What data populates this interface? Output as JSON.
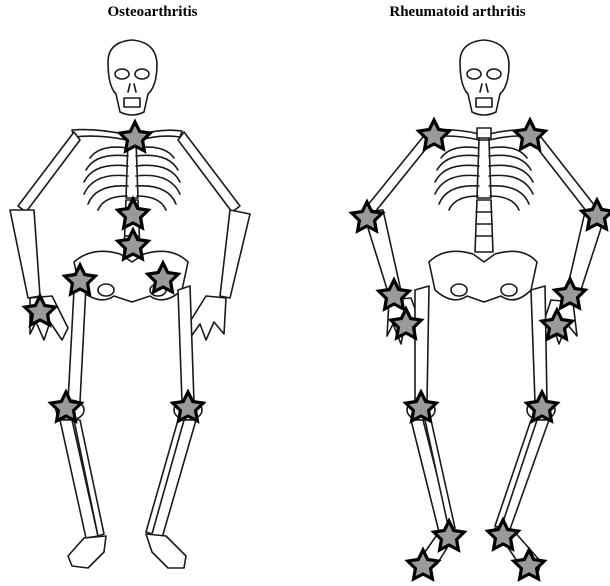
{
  "panels": [
    {
      "title": "Osteoarthritis",
      "affected_joints": [
        "neck",
        "thoracic-spine",
        "lumbar-spine",
        "left-hip",
        "right-hip",
        "left-hand",
        "left-knee",
        "right-knee"
      ]
    },
    {
      "title": "Rheumatoid arthritis",
      "affected_joints": [
        "left-shoulder",
        "right-shoulder",
        "left-elbow",
        "right-elbow",
        "left-wrist",
        "right-wrist",
        "left-hand",
        "right-hand",
        "left-knee",
        "right-knee",
        "left-ankle",
        "right-ankle",
        "left-foot",
        "right-foot"
      ]
    }
  ],
  "colors": {
    "star_fill": "#9a9a9a",
    "star_outline": "#000000",
    "bone_outline": "#1a1a1a"
  }
}
